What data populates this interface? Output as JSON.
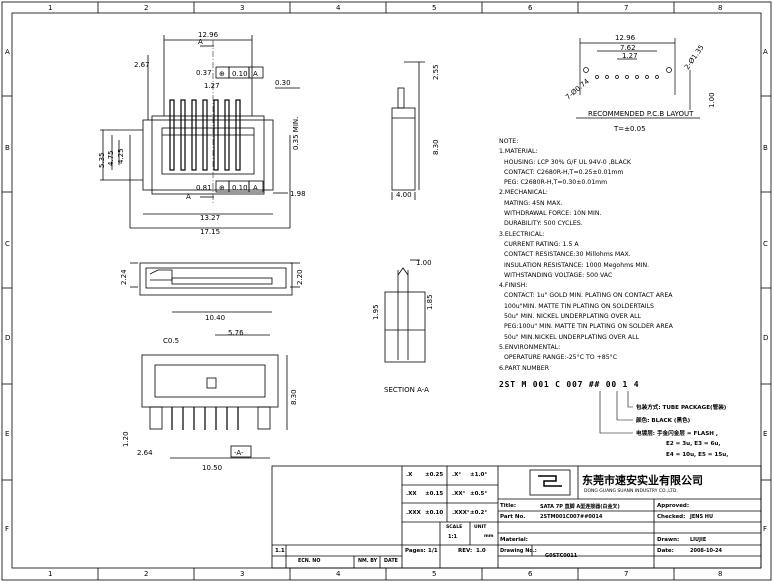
{
  "grid": {
    "columns": [
      "1",
      "2",
      "3",
      "4",
      "5",
      "6",
      "7",
      "8"
    ],
    "rows": [
      "A",
      "B",
      "C",
      "D",
      "E",
      "F"
    ]
  },
  "top_view": {
    "dims": {
      "width_12_96": "12.96",
      "pitch_0_37": "0.37",
      "tol_0_10": "0.10",
      "datum_a": "A",
      "offset_0_30": "0.30",
      "pitch_1_27": "1.27",
      "left_2_67": "2.67",
      "height_5_35": "5.35",
      "height_4_75": "4.75",
      "height_4_25": "4.25",
      "pin_0_81": "0.81",
      "tol_0_10b": "0.10",
      "datum_a2": "A",
      "right_1_98": "1.98",
      "width_13_27": "13.27",
      "width_17_15": "17.15",
      "min_0_35": "0.35 MIN."
    },
    "section_marker_top": "A",
    "section_marker_bottom": "A"
  },
  "side_view": {
    "dims": {
      "h_2_55": "2.55",
      "h_8_30": "8.30",
      "w_4_00": "4.00"
    }
  },
  "front_view": {
    "dims": {
      "h_2_24": "2.24",
      "h_2_20": "2.20",
      "w_10_40": "10.40"
    }
  },
  "section_view": {
    "dims": {
      "d_1_00": "1.00",
      "d_1_95": "1.95",
      "d_1_85": "1.85"
    },
    "label": "SECTION A-A"
  },
  "bottom_view": {
    "dims": {
      "c0_5": "C0.5",
      "w_5_76": "5.76",
      "h_8_30": "8.30",
      "h_1_20": "1.20",
      "w_2_64": "2.64",
      "w_10_50": "10.50",
      "datum": "-A-"
    }
  },
  "pcb_layout": {
    "dims": {
      "w_12_96": "12.96",
      "w_7_62": "7.62",
      "w_1_27": "1.27",
      "hole_0_74": "7-Ø0.74",
      "hole_1_35": "2-Ø1.35",
      "h_1_00": "1.00"
    },
    "title": "RECOMMENDED P.C.B LAYOUT",
    "thickness": "T=±0.05"
  },
  "notes": {
    "heading": "NOTE:",
    "lines": [
      {
        "text": "1.MATERIAL:",
        "indent": false
      },
      {
        "text": "HOUSING: LCP   30% G/F UL 94V-0 ,BLACK",
        "indent": true
      },
      {
        "text": "CONTACT:   C2680R-H,T=0.25±0.01mm",
        "indent": true
      },
      {
        "text": "PEG:  C2680R-H,T=0.30±0.01mm",
        "indent": true
      },
      {
        "text": "2.MECHANICAL:",
        "indent": false
      },
      {
        "text": "MATING: 45N MAX.",
        "indent": true
      },
      {
        "text": "WITHDRAWAL FORCE: 10N MIN.",
        "indent": true
      },
      {
        "text": "DURABILITY: 500 CYCLES.",
        "indent": true
      },
      {
        "text": "3.ELECTRICAL:",
        "indent": false
      },
      {
        "text": "CURRENT RATING: 1.5 A",
        "indent": true
      },
      {
        "text": "CONTACT RESISTANCE:30 Millohms MAX.",
        "indent": true
      },
      {
        "text": "INSULATION RESISTANCE: 1000 Megohms MIN.",
        "indent": true
      },
      {
        "text": "WITHSTANDING VOLTAGE: 500 VAC",
        "indent": true
      },
      {
        "text": "4.FINISH:",
        "indent": false
      },
      {
        "text": "CONTACT: 1u\" GOLD MIN. PLATING ON CONTACT AREA",
        "indent": true
      },
      {
        "text": "100u\"MIN. MATTE TIN PLATING ON SOLDERTAILS",
        "indent": true
      },
      {
        "text": "50u\" MIN. NICKEL UNDERPLATING OVER ALL",
        "indent": true
      },
      {
        "text": "PEG:100u\" MIN. MATTE TIN PLATING ON SOLDER AREA",
        "indent": true
      },
      {
        "text": "50u\" MIN.NICKEL UNDERPLATING OVER ALL",
        "indent": true
      },
      {
        "text": "5.ENVIRONMENTAL:",
        "indent": false
      },
      {
        "text": "OPERATURE RANGE:-25°C TO +85°C",
        "indent": true
      },
      {
        "text": "6.PART NUMBER",
        "indent": false
      }
    ]
  },
  "part_number": {
    "code": "2ST M 001 C 007 ## 00 1 4",
    "legend": [
      "包装方式: TUBE PACKAGE(管装)",
      "颜色: BLACK (黑色)",
      "电镀层: 手金闪金层 = FLASH ,",
      "E2 = 3u,   E3 = 6u,",
      "E4 = 10u,  E5 = 15u,"
    ]
  },
  "tolerances": [
    {
      "k": ".X",
      "v": "±0.25",
      "k2": ".X°",
      "v2": "±1.0°"
    },
    {
      "k": ".XX",
      "v": "±0.15",
      "k2": ".XX°",
      "v2": "±0.5°"
    },
    {
      "k": ".XXX",
      "v": "±0.10",
      "k2": ".XXX°",
      "v2": "±0.2°"
    }
  ],
  "title_block": {
    "company_cn": "东莞市速安实业有限公司",
    "company_en": "DONG GUANG SUANN INDUSTRY CO.,LTD.",
    "title_label": "Title:",
    "title_value": "SATA 7P 直脚 A型连接器(白金叉)",
    "approved_label": "Approved:",
    "partno_label": "Part No.",
    "partno_value": "2STM001C007##0014",
    "checked_label": "Checked:",
    "checked_value": "JENS HU",
    "drawn_label": "Drawn:",
    "drawn_value": "LIUJIE",
    "material_label": "Material:",
    "scale_label": "SCALE",
    "scale_value": "1:1",
    "unit_label": "UNIT",
    "unit_value": "mm",
    "pages_label": "Pages:",
    "pages_value": "1/1",
    "rev_label": "REV:",
    "rev_value": "1.0",
    "drawing_label": "Drawing No.:",
    "drawing_value": "G0STC0011",
    "date_label": "Date:",
    "date_value": "2008-10-24",
    "rev_row": "1.1",
    "ecn_label": "ECN. NO",
    "nm_label": "NM. BY",
    "date_col": "DATE"
  },
  "colors": {
    "line": "#000000",
    "background": "#ffffff"
  }
}
